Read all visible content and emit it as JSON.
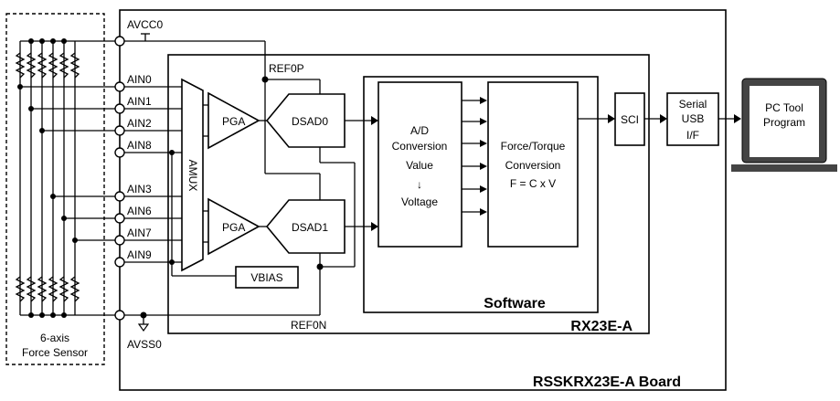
{
  "sensor": {
    "line1": "6-axis",
    "line2": "Force Sensor"
  },
  "board": {
    "name": "RSSKRX23E-A Board"
  },
  "mcu": {
    "name": "RX23E-A"
  },
  "software": {
    "title": "Software"
  },
  "pins": {
    "avcc": "AVCC0",
    "avss": "AVSS0",
    "refp": "REF0P",
    "refn": "REF0N",
    "ain0": "AIN0",
    "ain1": "AIN1",
    "ain2": "AIN2",
    "ain8": "AIN8",
    "ain3": "AIN3",
    "ain6": "AIN6",
    "ain7": "AIN7",
    "ain9": "AIN9"
  },
  "blocks": {
    "amux": "AMUX",
    "pga0": "PGA",
    "pga1": "PGA",
    "dsad0": "DSAD0",
    "dsad1": "DSAD1",
    "vbias": "VBIAS",
    "sci": "SCI",
    "ad_line1": "A/D",
    "ad_line2": "Conversion",
    "ad_line3": "Value",
    "ad_line4": "↓",
    "ad_line5": "Voltage",
    "ft_line1": "Force/Torque",
    "ft_line2": "Conversion",
    "ft_line3": "F = C x V",
    "usb_line1": "Serial",
    "usb_line2": "USB",
    "usb_line3": "I/F",
    "pc_line1": "PC Tool",
    "pc_line2": "Program"
  }
}
